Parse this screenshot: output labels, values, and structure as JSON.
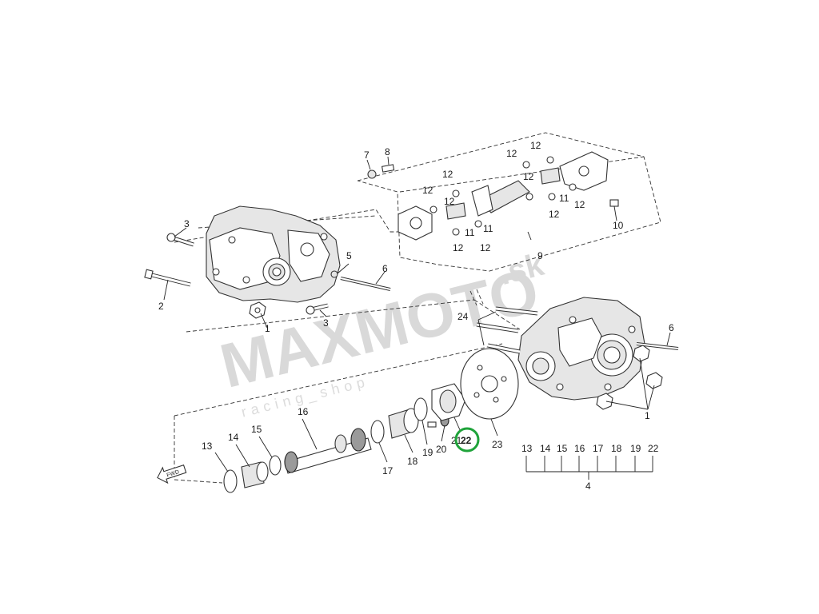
{
  "watermark": {
    "brand": "MAXMOTO",
    "domain": ".sk",
    "tagline": "racing_shop"
  },
  "direction_arrow": "FWD",
  "highlight_color": "#1fa33a",
  "labels": {
    "l1a": "1",
    "l1b": "1",
    "l2": "2",
    "l3a": "3",
    "l3b": "3",
    "l4": "4",
    "l5": "5",
    "l6a": "6",
    "l6b": "6",
    "l7": "7",
    "l8": "8",
    "l9": "9",
    "l10": "10",
    "l11a": "11",
    "l11b": "11",
    "l11c": "11",
    "l12a": "12",
    "l12b": "12",
    "l12c": "12",
    "l12d": "12",
    "l12e": "12",
    "l12f": "12",
    "l12g": "12",
    "l12h": "12",
    "l12i": "12",
    "l12j": "12",
    "l13": "13",
    "l14": "14",
    "l15": "15",
    "l16": "16",
    "l17": "17",
    "l18": "18",
    "l19": "19",
    "l20": "20",
    "l21": "21",
    "l22": "22",
    "l23": "23",
    "l24": "24"
  },
  "group_4_members": [
    "13",
    "14",
    "15",
    "16",
    "17",
    "18",
    "19",
    "22"
  ]
}
